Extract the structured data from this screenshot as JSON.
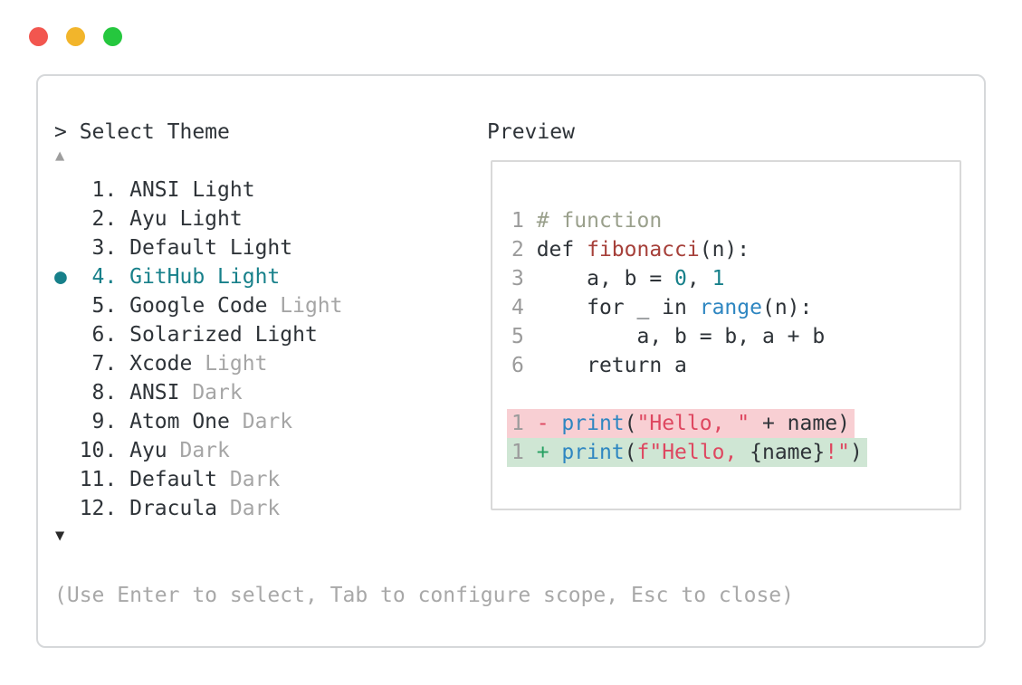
{
  "window": {
    "controls": [
      {
        "name": "close",
        "color": "#f2564f"
      },
      {
        "name": "minimize",
        "color": "#f2b52b"
      },
      {
        "name": "zoom",
        "color": "#25c73e"
      }
    ]
  },
  "picker": {
    "title": "> Select Theme",
    "scroll_up_icon": "▲",
    "scroll_down_icon": "▼",
    "bullet_icon": "●",
    "selected_color": "#17808a",
    "muted_color": "#a5a5a5",
    "items": [
      {
        "num": "1",
        "name": "ANSI Light",
        "variant": "",
        "selected": false
      },
      {
        "num": "2",
        "name": "Ayu Light",
        "variant": "",
        "selected": false
      },
      {
        "num": "3",
        "name": "Default Light",
        "variant": "",
        "selected": false
      },
      {
        "num": "4",
        "name": "GitHub Light",
        "variant": "",
        "selected": true
      },
      {
        "num": "5",
        "name": "Google Code",
        "variant": "Light",
        "selected": false
      },
      {
        "num": "6",
        "name": "Solarized Light",
        "variant": "",
        "selected": false
      },
      {
        "num": "7",
        "name": "Xcode",
        "variant": "Light",
        "selected": false
      },
      {
        "num": "8",
        "name": "ANSI",
        "variant": "Dark",
        "selected": false
      },
      {
        "num": "9",
        "name": "Atom One",
        "variant": "Dark",
        "selected": false
      },
      {
        "num": "10",
        "name": "Ayu",
        "variant": "Dark",
        "selected": false
      },
      {
        "num": "11",
        "name": "Default",
        "variant": "Dark",
        "selected": false
      },
      {
        "num": "12",
        "name": "Dracula",
        "variant": "Dark",
        "selected": false
      }
    ],
    "hint": "(Use Enter to select, Tab to configure scope, Esc to close)"
  },
  "preview": {
    "title": "Preview",
    "syntax_colors": {
      "line_number": "#9b9b9b",
      "comment": "#9aa08c",
      "plain": "#2e3338",
      "function_name": "#a6403a",
      "number_literal": "#17808a",
      "builtin": "#2e86c1",
      "string": "#de4760",
      "diff_minus": "#de4760",
      "diff_plus": "#27a062",
      "diff_del_bg": "#f8cfd3",
      "diff_add_bg": "#cfe6d4"
    },
    "code_lines": [
      {
        "segments": [
          {
            "text": "1 ",
            "cls": "ln"
          },
          {
            "text": "# function",
            "cls": "comment"
          }
        ]
      },
      {
        "segments": [
          {
            "text": "2 ",
            "cls": "ln"
          },
          {
            "text": "def ",
            "cls": "plain"
          },
          {
            "text": "fibonacci",
            "cls": "func"
          },
          {
            "text": "(n):",
            "cls": "plain"
          }
        ]
      },
      {
        "segments": [
          {
            "text": "3 ",
            "cls": "ln"
          },
          {
            "text": "    a, b = ",
            "cls": "plain"
          },
          {
            "text": "0",
            "cls": "num"
          },
          {
            "text": ", ",
            "cls": "plain"
          },
          {
            "text": "1",
            "cls": "num"
          }
        ]
      },
      {
        "segments": [
          {
            "text": "4 ",
            "cls": "ln"
          },
          {
            "text": "    for _ in ",
            "cls": "plain"
          },
          {
            "text": "range",
            "cls": "blue"
          },
          {
            "text": "(n):",
            "cls": "plain"
          }
        ]
      },
      {
        "segments": [
          {
            "text": "5 ",
            "cls": "ln"
          },
          {
            "text": "        a, b = b, a + b",
            "cls": "plain"
          }
        ]
      },
      {
        "segments": [
          {
            "text": "6 ",
            "cls": "ln"
          },
          {
            "text": "    return a",
            "cls": "plain"
          }
        ]
      },
      {
        "segments": []
      }
    ],
    "diff_lines": [
      {
        "kind": "del",
        "segments": [
          {
            "text": "1 ",
            "cls": "ln"
          },
          {
            "text": "- ",
            "cls": "minus"
          },
          {
            "text": "print",
            "cls": "blue"
          },
          {
            "text": "(",
            "cls": "plain"
          },
          {
            "text": "\"Hello, \"",
            "cls": "str"
          },
          {
            "text": " + name)",
            "cls": "plain"
          }
        ]
      },
      {
        "kind": "add",
        "segments": [
          {
            "text": "1 ",
            "cls": "ln"
          },
          {
            "text": "+ ",
            "cls": "plus"
          },
          {
            "text": "print",
            "cls": "blue"
          },
          {
            "text": "(",
            "cls": "plain"
          },
          {
            "text": "f\"Hello, ",
            "cls": "str"
          },
          {
            "text": "{name}",
            "cls": "plain"
          },
          {
            "text": "!\"",
            "cls": "str"
          },
          {
            "text": ")",
            "cls": "plain"
          }
        ]
      }
    ]
  }
}
